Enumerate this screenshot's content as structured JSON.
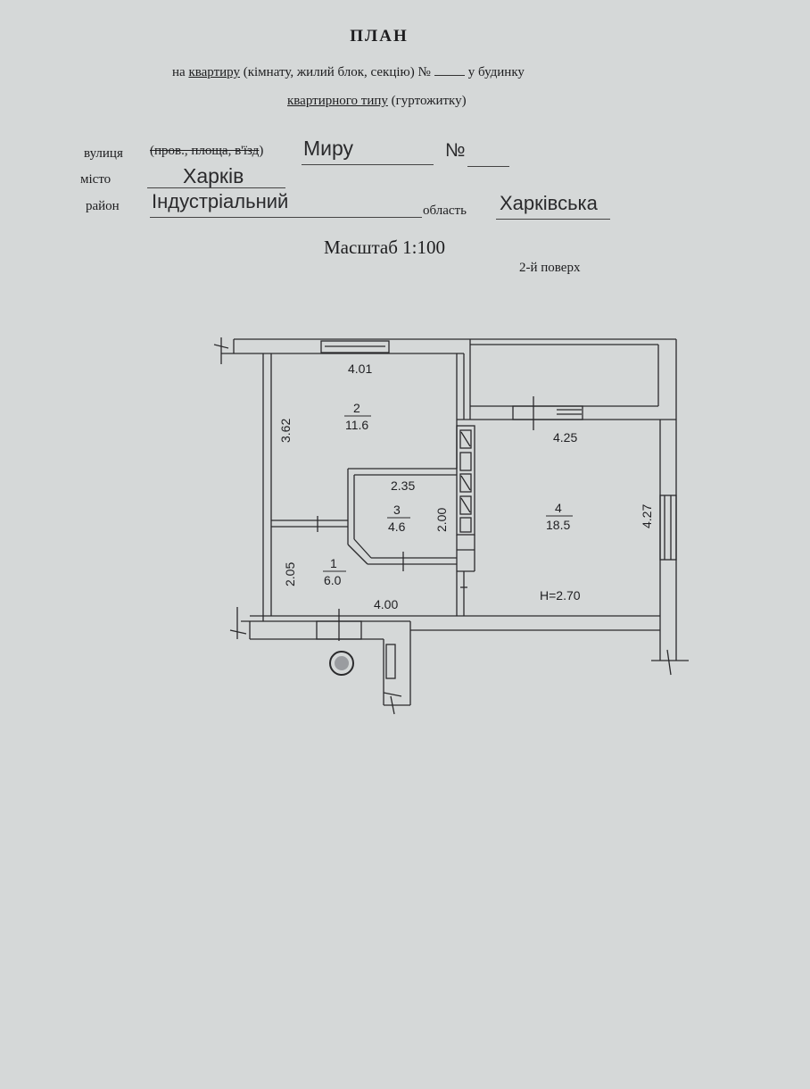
{
  "header": {
    "title": "ПЛАН",
    "line1_prefix": "на",
    "line1_underlined": "квартиру",
    "line1_rest": "(кімнату, жилий блок, секцію) №",
    "line1_suffix": "у будинку",
    "line2_underlined": "квартирного типу",
    "line2_rest": "(гуртожитку)"
  },
  "address": {
    "street_label": "вулиця",
    "street_struck": "(пров., площа, в'їзд",
    "street_paren_close": ")",
    "street_value": "Миру",
    "number_label": "№",
    "city_label": "місто",
    "city_value": "Харків",
    "district_label": "район",
    "district_value": "Індустріальний",
    "region_label": "область",
    "region_value": "Харківська"
  },
  "scale": "Масштаб 1:100",
  "floor": "2-й поверх",
  "plan": {
    "rooms": [
      {
        "number": "1",
        "area": "6.0"
      },
      {
        "number": "2",
        "area": "11.6"
      },
      {
        "number": "3",
        "area": "4.6"
      },
      {
        "number": "4",
        "area": "18.5"
      }
    ],
    "dimensions": {
      "room2_width": "4.01",
      "room2_height": "3.62",
      "room3_width": "2.35",
      "room3_height": "2.00",
      "room1_height": "2.05",
      "bottom_width": "4.00",
      "room4_width": "4.25",
      "room4_height": "4.27"
    },
    "ceiling_height": "H=2.70"
  }
}
